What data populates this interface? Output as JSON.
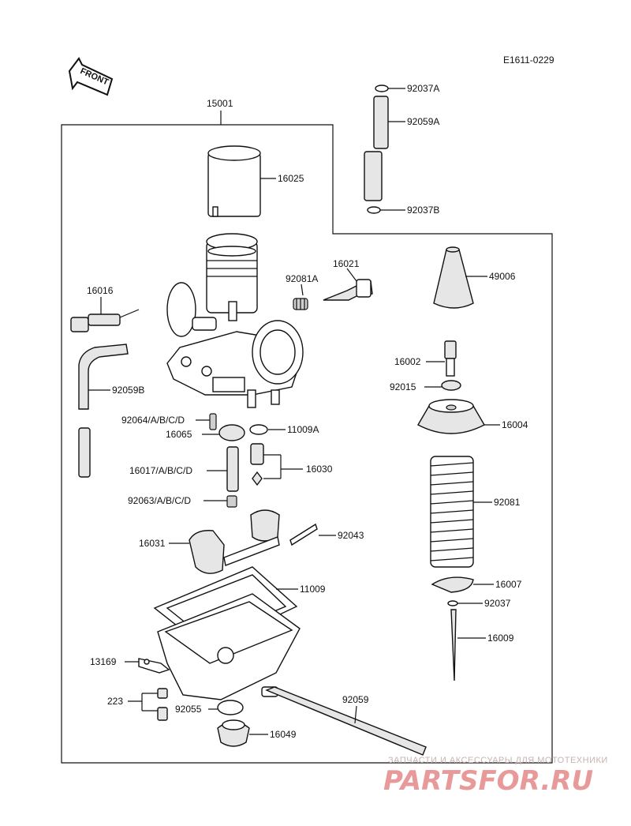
{
  "diagram_code": "E1611-0229",
  "front_label": "FRONT",
  "assembly_number": "15001",
  "parts": {
    "p92037A": "92037A",
    "p92059A": "92059A",
    "p92037B": "92037B",
    "p16025": "16025",
    "p16021": "16021",
    "p92081A": "92081A",
    "p16016": "16016",
    "p49006": "49006",
    "p16002": "16002",
    "p92015": "92015",
    "p92059B": "92059B",
    "p16004": "16004",
    "p92064": "92064/A/B/C/D",
    "p16065": "16065",
    "p11009A": "11009A",
    "p16017": "16017/A/B/C/D",
    "p16030": "16030",
    "p92063": "92063/A/B/C/D",
    "p92081": "92081",
    "p16031": "16031",
    "p92043": "92043",
    "p11009": "11009",
    "p16007": "16007",
    "p92037": "92037",
    "p13169": "13169",
    "p16009": "16009",
    "p223": "223",
    "p92059": "92059",
    "p92055": "92055",
    "p16049": "16049"
  },
  "watermark": {
    "caption": "ЗАПЧАСТИ И АКСЕССУАРЫ ДЛЯ МОТОТЕХНИКИ",
    "logo": "PARTSFOR.RU"
  }
}
